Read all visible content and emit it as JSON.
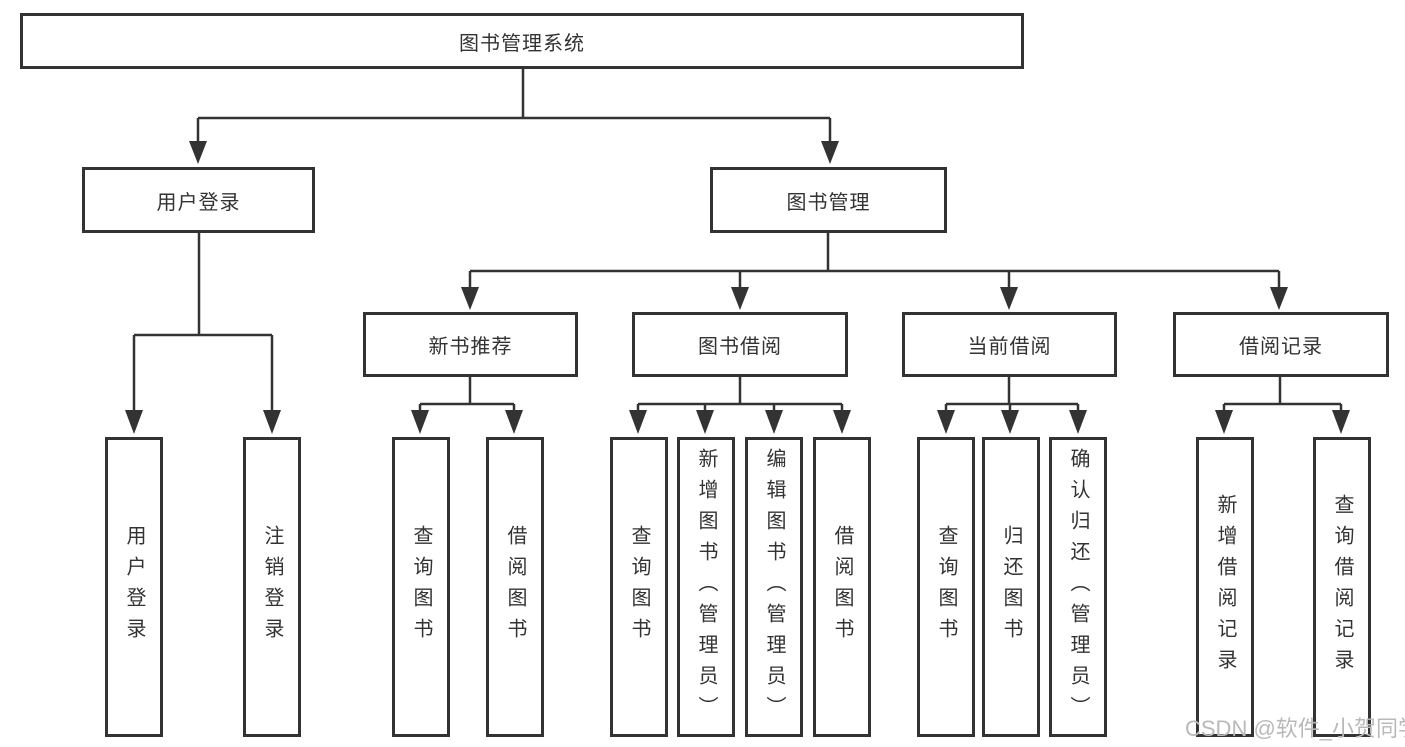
{
  "diagram_type": "hierarchy-tree",
  "colors": {
    "line": "#333333",
    "box_border": "#333333",
    "text": "#333333",
    "background": "#ffffff",
    "watermark": "#b9b9b9"
  },
  "tree": {
    "label": "图书管理系统",
    "children": [
      {
        "label": "用户登录",
        "children": [
          {
            "label": "用户登录"
          },
          {
            "label": "注销登录"
          }
        ]
      },
      {
        "label": "图书管理",
        "children": [
          {
            "label": "新书推荐",
            "children": [
              {
                "label": "查询图书"
              },
              {
                "label": "借阅图书"
              }
            ]
          },
          {
            "label": "图书借阅",
            "children": [
              {
                "label": "查询图书"
              },
              {
                "label": "新增图书（管理员）"
              },
              {
                "label": "编辑图书（管理员）"
              },
              {
                "label": "借阅图书"
              }
            ]
          },
          {
            "label": "当前借阅",
            "children": [
              {
                "label": "查询图书"
              },
              {
                "label": "归还图书"
              },
              {
                "label": "确认归还（管理员）"
              }
            ]
          },
          {
            "label": "借阅记录",
            "children": [
              {
                "label": "新增借阅记录"
              },
              {
                "label": "查询借阅记录"
              }
            ]
          }
        ]
      }
    ]
  },
  "watermark": "CSDN @软件_小贺同学"
}
